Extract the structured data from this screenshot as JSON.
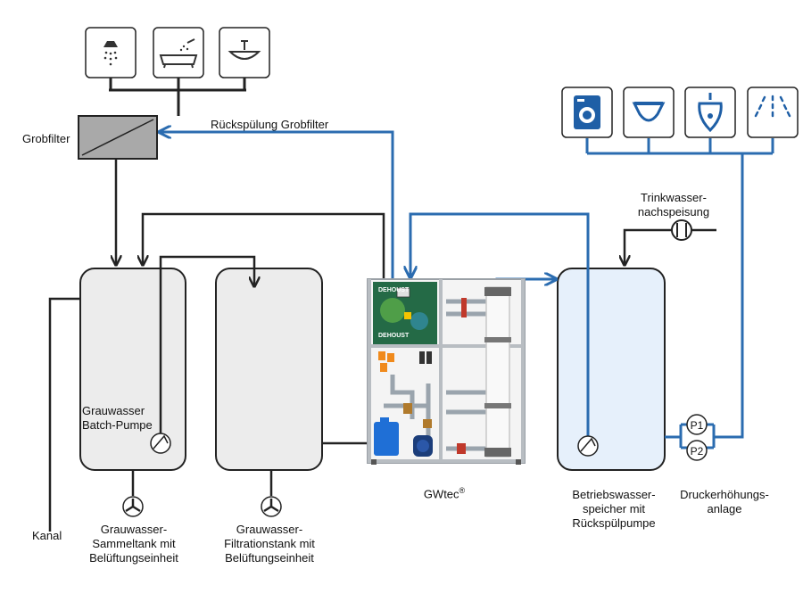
{
  "labels": {
    "grobfilter": "Grobfilter",
    "rueckspuelung": "Rückspülung Grobfilter",
    "trinkwasser": [
      "Trinkwasser-",
      "nachspeisung"
    ],
    "grauwasser_pumpe": [
      "Grauwasser",
      "Batch-Pumpe"
    ],
    "kanal": "Kanal",
    "sammeltank": [
      "Grauwasser-",
      "Sammeltank mit",
      "Belüftungseinheit"
    ],
    "filtrationstank": [
      "Grauwasser-",
      "Filtrationstank mit",
      "Belüftungseinheit"
    ],
    "gwtec": "GWtec",
    "gwtec_sup": "®",
    "betriebswasser": [
      "Betriebswasser-",
      "speicher mit",
      "Rückspülpumpe"
    ],
    "druckerhoehung": [
      "Druckerhöhungs-",
      "anlage"
    ],
    "pump1": "P1",
    "pump2": "P2",
    "unit_brand": "DEHOUST"
  },
  "icons": {
    "sources": [
      "shower-icon",
      "bathtub-icon",
      "washbasin-icon"
    ],
    "consumers": [
      "washing-machine-icon",
      "urinal-icon",
      "toilet-icon",
      "garden-sprinkler-icon"
    ]
  },
  "colors": {
    "greywater_line": "#222222",
    "service_water_line": "#2b6cb0",
    "tank_grey": "#ececec",
    "tank_blue": "#e6f0fb",
    "icon_blue": "#1f5fa6"
  }
}
